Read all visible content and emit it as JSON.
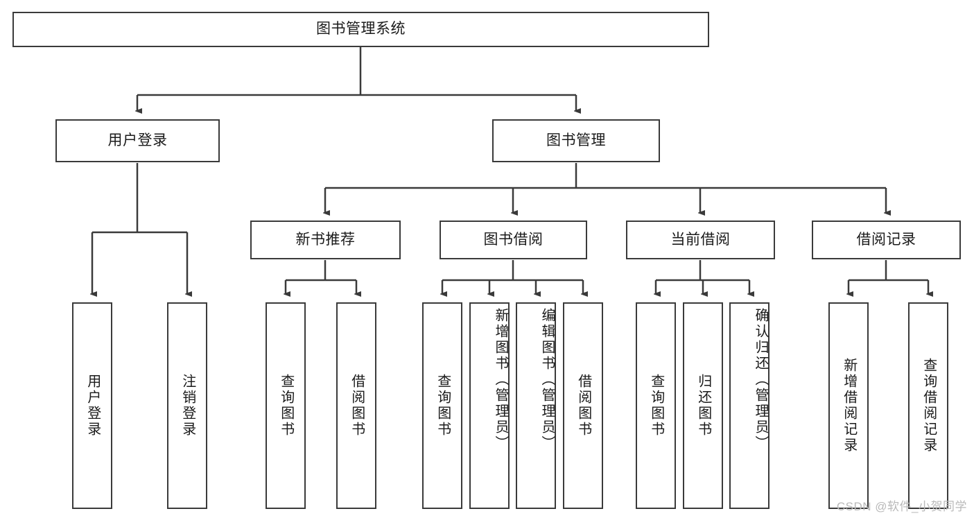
{
  "diagram": {
    "type": "tree-hierarchy",
    "root": {
      "label": "图书管理系统"
    },
    "level1": [
      {
        "label": "用户登录"
      },
      {
        "label": "图书管理"
      }
    ],
    "level2": [
      {
        "label": "新书推荐"
      },
      {
        "label": "图书借阅"
      },
      {
        "label": "当前借阅"
      },
      {
        "label": "借阅记录"
      }
    ],
    "leaves": {
      "user_login": [
        {
          "label": "用户登录"
        },
        {
          "label": "注销登录"
        }
      ],
      "new_book_recommend": [
        {
          "label": "查询图书"
        },
        {
          "label": "借阅图书"
        }
      ],
      "book_borrow": [
        {
          "label": "查询图书"
        },
        {
          "label": "新增图书（管理员）"
        },
        {
          "label": "编辑图书（管理员）"
        },
        {
          "label": "借阅图书"
        }
      ],
      "current_borrow": [
        {
          "label": "查询图书"
        },
        {
          "label": "归还图书"
        },
        {
          "label": "确认归还（管理员）"
        }
      ],
      "borrow_record": [
        {
          "label": "新增借阅记录"
        },
        {
          "label": "查询借阅记录"
        }
      ]
    }
  },
  "watermark": {
    "text": "CSDN @软件_小贺同学"
  },
  "colors": {
    "border": "#3a3a3a",
    "background": "#ffffff",
    "text": "#1a1a1a",
    "watermark": "#b9b9b9"
  }
}
